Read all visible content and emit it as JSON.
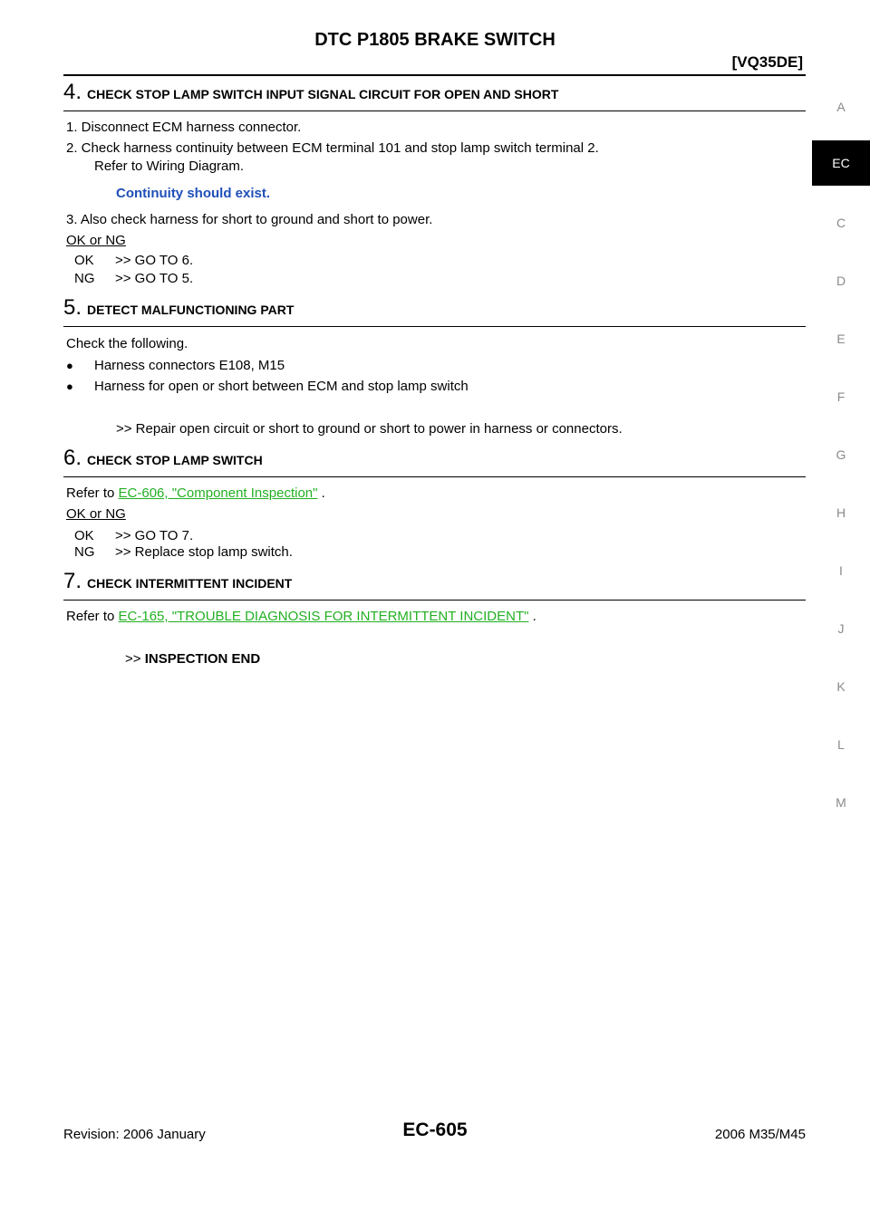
{
  "header": {
    "title": "DTC P1805 BRAKE SWITCH",
    "subtitle": "[VQ35DE]"
  },
  "side_tabs": [
    "A",
    "EC",
    "C",
    "D",
    "E",
    "F",
    "G",
    "H",
    "I",
    "J",
    "K",
    "L",
    "M"
  ],
  "step4": {
    "num": "4.",
    "title": "CHECK STOP LAMP SWITCH INPUT SIGNAL CIRCUIT FOR OPEN AND SHORT",
    "line1": "1.  Disconnect ECM harness connector.",
    "line2": "2.  Check harness continuity between ECM terminal 101 and stop lamp switch terminal 2.",
    "line2b": "Refer to Wiring Diagram.",
    "spec": "Continuity should exist.",
    "line3": "3.  Also check harness for short to ground and short to power.",
    "okng": "OK or NG",
    "ok_label": "OK",
    "ok_text": ">> GO TO 6.",
    "ng_label": "NG",
    "ng_text": ">> GO TO 5."
  },
  "step5": {
    "num": "5.",
    "title": "DETECT MALFUNCTIONING PART",
    "intro": "Check the following.",
    "bullets": [
      "Harness connectors E108, M15",
      "Harness for open or short between ECM and stop lamp switch"
    ],
    "result": ">> Repair open circuit or short to ground or short to power in harness or connectors."
  },
  "step6": {
    "num": "6.",
    "title": "CHECK STOP LAMP SWITCH",
    "refer_prefix": "Refer to ",
    "link": "EC-606, \"Component Inspection\"",
    "refer_suffix": " .",
    "okng": "OK or NG",
    "ok_label": "OK",
    "ok_text": ">> GO TO 7.",
    "ng_label": "NG",
    "ng_text": ">> Replace stop lamp switch."
  },
  "step7": {
    "num": "7.",
    "title": "CHECK INTERMITTENT INCIDENT",
    "refer_prefix": "Refer to ",
    "link": "EC-165, \"TROUBLE DIAGNOSIS FOR INTERMITTENT INCIDENT\"",
    "refer_suffix": " .",
    "result_prefix": ">> ",
    "result": "INSPECTION END"
  },
  "footer": {
    "revision": "Revision: 2006 January",
    "page": "EC-605",
    "model": "2006 M35/M45"
  },
  "colors": {
    "link": "#22b022",
    "spec": "#1f4fb8",
    "active_tab": "#000000"
  }
}
